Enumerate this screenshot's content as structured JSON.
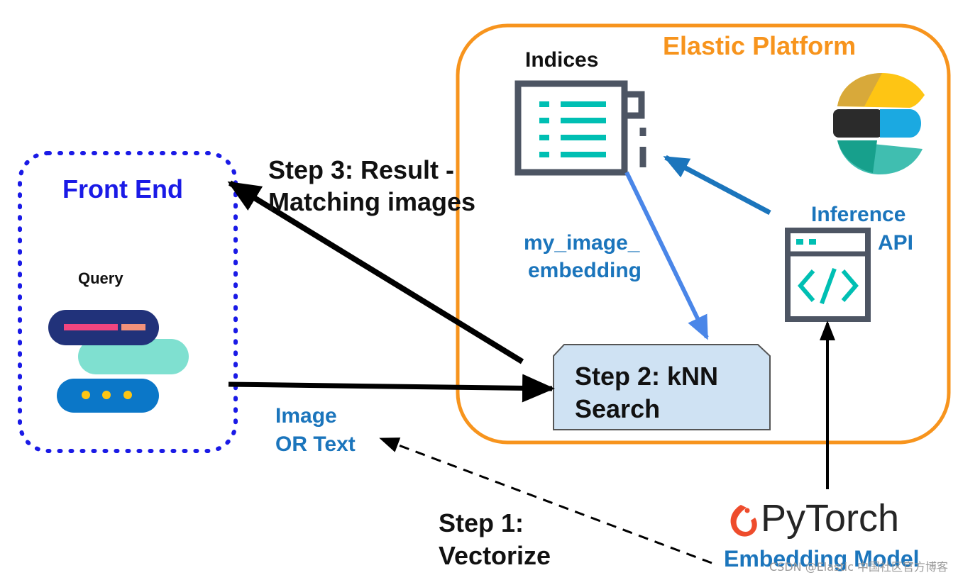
{
  "labels": {
    "front_end": "Front End",
    "query": "Query",
    "elastic_platform": "Elastic Platform",
    "indices": "Indices",
    "field": [
      "my_image_",
      "embedding"
    ],
    "inference": [
      "Inference",
      "API"
    ],
    "step2": [
      "Step 2: kNN",
      "Search"
    ],
    "step3": [
      "Step 3: Result -",
      "Matching images"
    ],
    "image_or_text": [
      "Image",
      "OR Text"
    ],
    "step1": [
      "Step 1:",
      "Vectorize"
    ],
    "pytorch": "PyTorch",
    "embedding_model": "Embedding Model",
    "watermark": "CSDN @Elastic 中国社区官方博客"
  },
  "colors": {
    "front_end_border": "#1a1ae6",
    "platform_border": "#f7941d",
    "text_blue": "#1b75bc",
    "arrow_blue": "#4a86e8",
    "arrow_blue_dark": "#1b75bc",
    "knn_box": "#cfe2f3",
    "icon_gray": "#4d5563",
    "icon_teal": "#00bfb3",
    "pytorch_orange": "#ee4c2c"
  },
  "icons": {
    "indices": "index-document-icon",
    "inference": "code-window-icon",
    "elastic": "elastic-logo-icon",
    "query": "chat-bubbles-icon",
    "pytorch": "pytorch-flame-icon"
  }
}
